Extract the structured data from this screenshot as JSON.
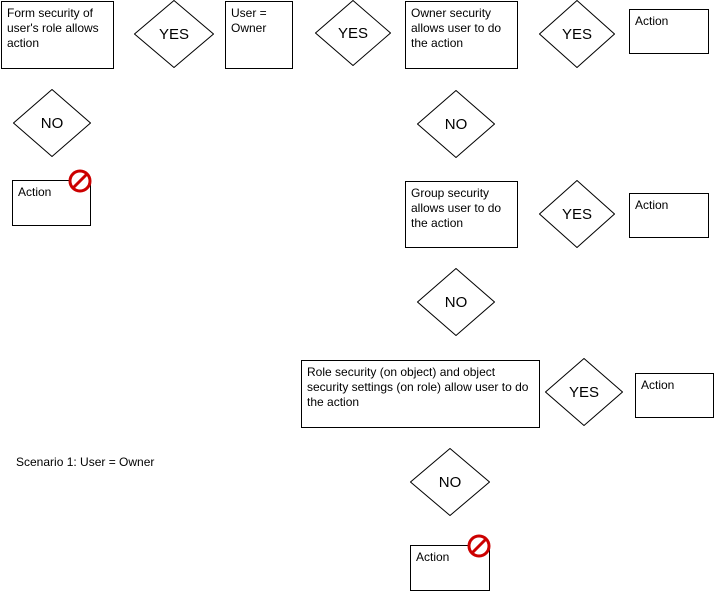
{
  "diagram": {
    "nodes": {
      "form_security": "Form security of user's role allows action",
      "user_owner": "User = Owner",
      "owner_security": "Owner security allows  user to do the action",
      "group_security": "Group security allows  user to do the action",
      "role_security": "Role security (on object) and object security settings (on role) allow user to do the action",
      "action_1": "Action",
      "action_2": "Action",
      "action_3": "Action",
      "action_denied_1": "Action",
      "action_denied_2": "Action"
    },
    "decisions": {
      "yes_1": "YES",
      "yes_2": "YES",
      "yes_3": "YES",
      "yes_4": "YES",
      "yes_5": "YES",
      "no_1": "NO",
      "no_2": "NO",
      "no_3": "NO",
      "no_4": "NO"
    },
    "caption": "Scenario 1: User = Owner",
    "icons": {
      "denied": "prohibited-icon"
    },
    "colors": {
      "denied_icon": "#cc0000",
      "stroke": "#000000"
    }
  }
}
